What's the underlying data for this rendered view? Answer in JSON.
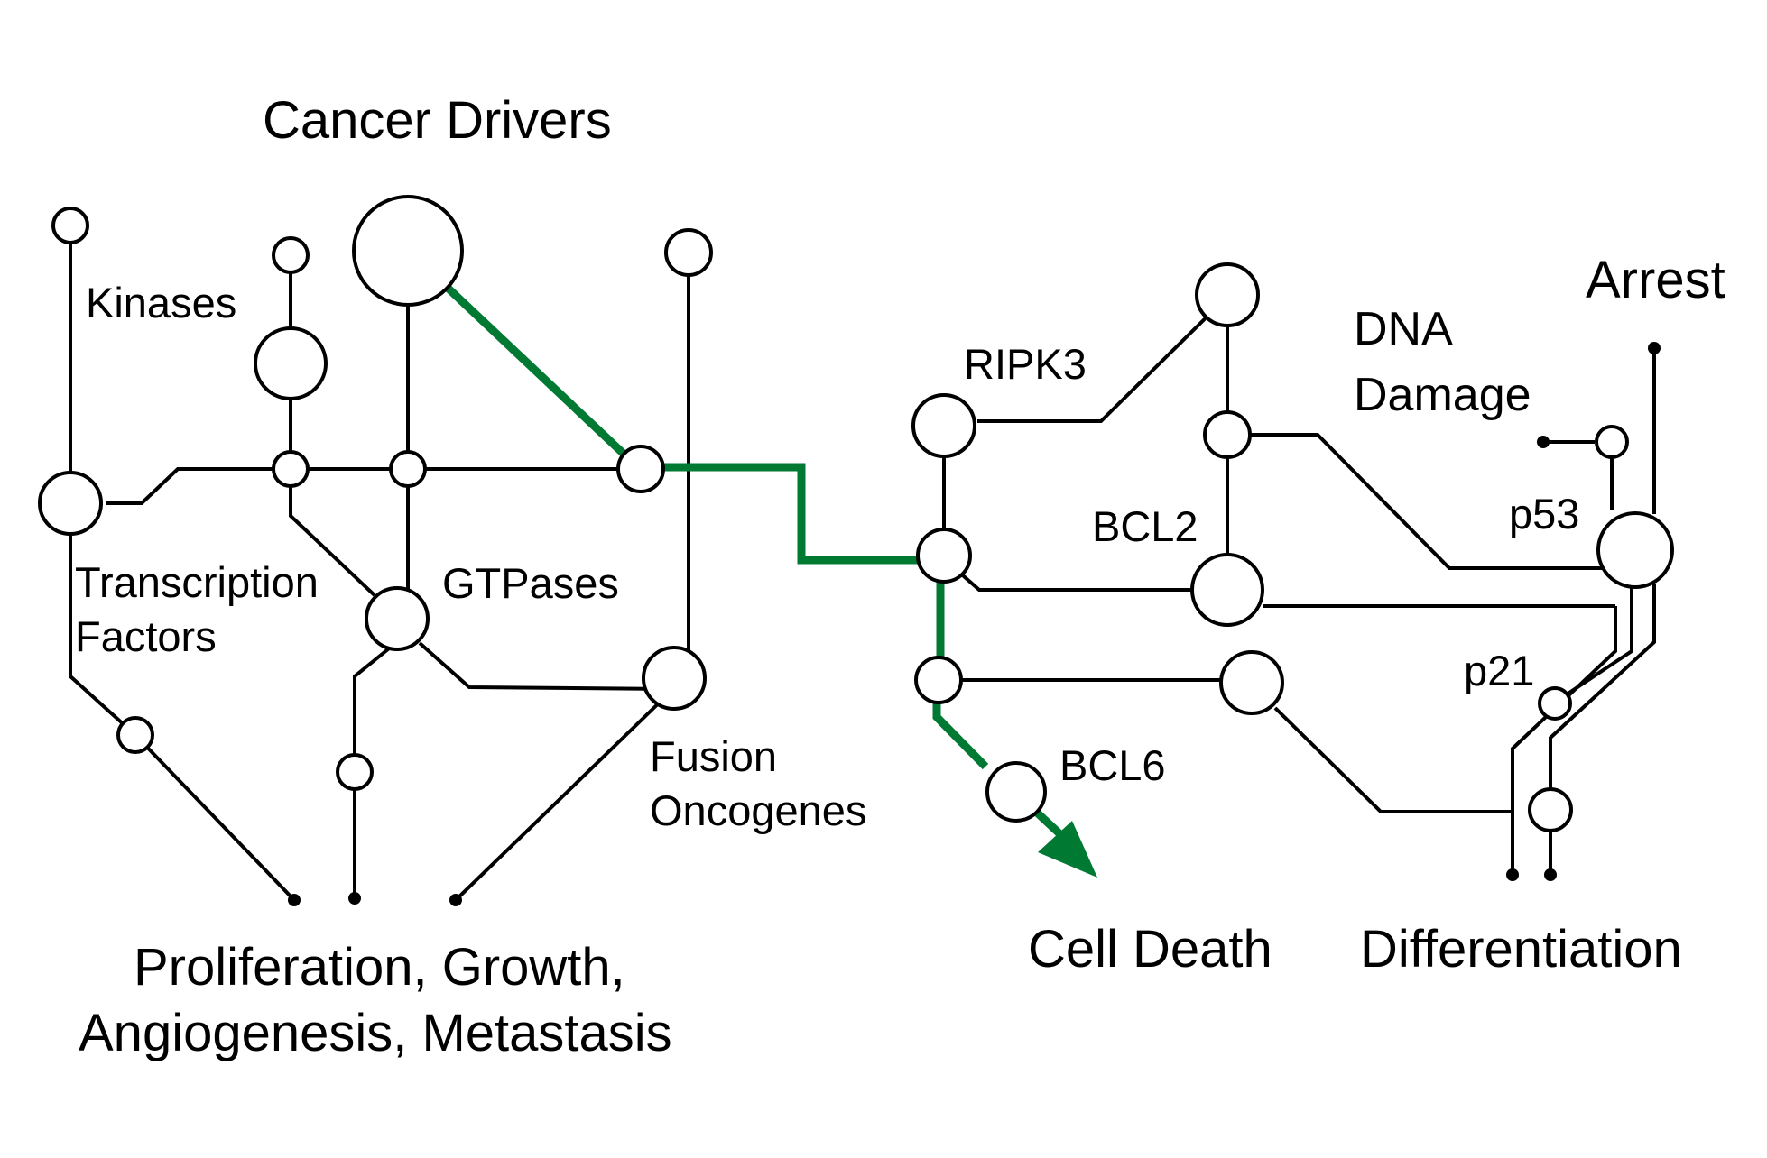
{
  "colors": {
    "line": "#000000",
    "highlight": "#007a33",
    "background": "#ffffff"
  },
  "labels": {
    "cancer_drivers": "Cancer Drivers",
    "kinases": "Kinases",
    "transcription_factors_1": "Transcription",
    "transcription_factors_2": "Factors",
    "gtpases": "GTPases",
    "fusion_oncogenes_1": "Fusion",
    "fusion_oncogenes_2": "Oncogenes",
    "ripk3": "RIPK3",
    "bcl2": "BCL2",
    "bcl6": "BCL6",
    "dna_damage_1": "DNA",
    "dna_damage_2": "Damage",
    "arrest": "Arrest",
    "p53": "p53",
    "p21": "p21",
    "outcome_proliferation_1": "Proliferation, Growth,",
    "outcome_proliferation_2": "Angiogenesis, Metastasis",
    "outcome_cell_death": "Cell Death",
    "outcome_differentiation": "Differentiation"
  }
}
